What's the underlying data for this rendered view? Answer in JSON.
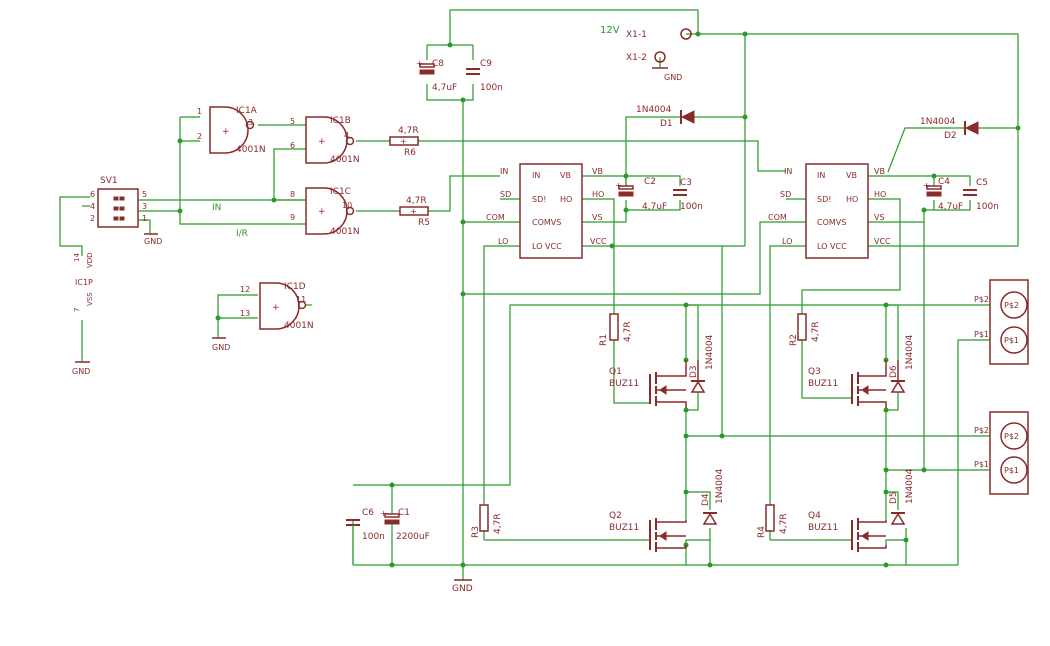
{
  "nets": {
    "v12": "12V",
    "in": "IN",
    "inr": "I/R",
    "gnd": "GND"
  },
  "connectors": {
    "x11": "X1-1",
    "x12": "X1-2",
    "ps2": "P$2",
    "ps1": "P$1",
    "pad_ps2": "P$2",
    "pad_ps1": "P$1"
  },
  "sv1": {
    "name": "SV1",
    "pins": [
      "6",
      "5",
      "4",
      "3",
      "2",
      "1"
    ]
  },
  "gates": {
    "ic1a": {
      "name": "IC1A",
      "type": "4001N",
      "pins": [
        "1",
        "2",
        "3"
      ]
    },
    "ic1b": {
      "name": "IC1B",
      "type": "4001N",
      "pins": [
        "5",
        "6",
        "4"
      ]
    },
    "ic1c": {
      "name": "IC1C",
      "type": "4001N",
      "pins": [
        "8",
        "9",
        "10"
      ]
    },
    "ic1d": {
      "name": "IC1D",
      "type": "4001N",
      "pins": [
        "12",
        "13",
        "11"
      ]
    }
  },
  "ic1p": {
    "name": "IC1P",
    "pin_top": "14",
    "pin_bot": "7",
    "vdd": "VDD",
    "vss": "VSS"
  },
  "driver": {
    "left_labels": [
      "IN",
      "SD",
      "COM",
      "LO"
    ],
    "inner_left": [
      "IN",
      "SD!",
      "COMVS",
      "LO VCC"
    ],
    "inner_right": [
      "VB",
      "HO",
      "",
      ""
    ],
    "right_labels": [
      "VB",
      "HO",
      "VS",
      "VCC"
    ]
  },
  "resistors": {
    "r6": {
      "name": "R6",
      "value": "4,7R"
    },
    "r5": {
      "name": "R5",
      "value": "4,7R"
    },
    "r1": {
      "name": "R1",
      "value": "4,7R"
    },
    "r2": {
      "name": "R2",
      "value": "4,7R"
    },
    "r3": {
      "name": "R3",
      "value": "4,7R"
    },
    "r4": {
      "name": "R4",
      "value": "4,7R"
    }
  },
  "capacitors": {
    "c8": {
      "name": "C8",
      "value": "4,7uF"
    },
    "c9": {
      "name": "C9",
      "value": "100n"
    },
    "c2": {
      "name": "C2",
      "value": "4,7uF"
    },
    "c3": {
      "name": "C3",
      "value": "100n"
    },
    "c4": {
      "name": "C4",
      "value": "4,7uF"
    },
    "c5": {
      "name": "C5",
      "value": "100n"
    },
    "c6": {
      "name": "C6",
      "value": "100n"
    },
    "c1": {
      "name": "C1",
      "value": "2200uF"
    }
  },
  "diodes": {
    "d1": {
      "name": "D1",
      "type": "1N4004"
    },
    "d2": {
      "name": "D2",
      "type": "1N4004"
    },
    "d3": {
      "name": "D3",
      "type": "1N4004"
    },
    "d4": {
      "name": "D4",
      "type": "1N4004"
    },
    "d5": {
      "name": "D5",
      "type": "1N4004"
    },
    "d6": {
      "name": "D6",
      "type": "1N4004"
    }
  },
  "transistors": {
    "q1": {
      "name": "Q1",
      "type": "BUZ11"
    },
    "q2": {
      "name": "Q2",
      "type": "BUZ11"
    },
    "q3": {
      "name": "Q3",
      "type": "BUZ11"
    },
    "q4": {
      "name": "Q4",
      "type": "BUZ11"
    }
  }
}
